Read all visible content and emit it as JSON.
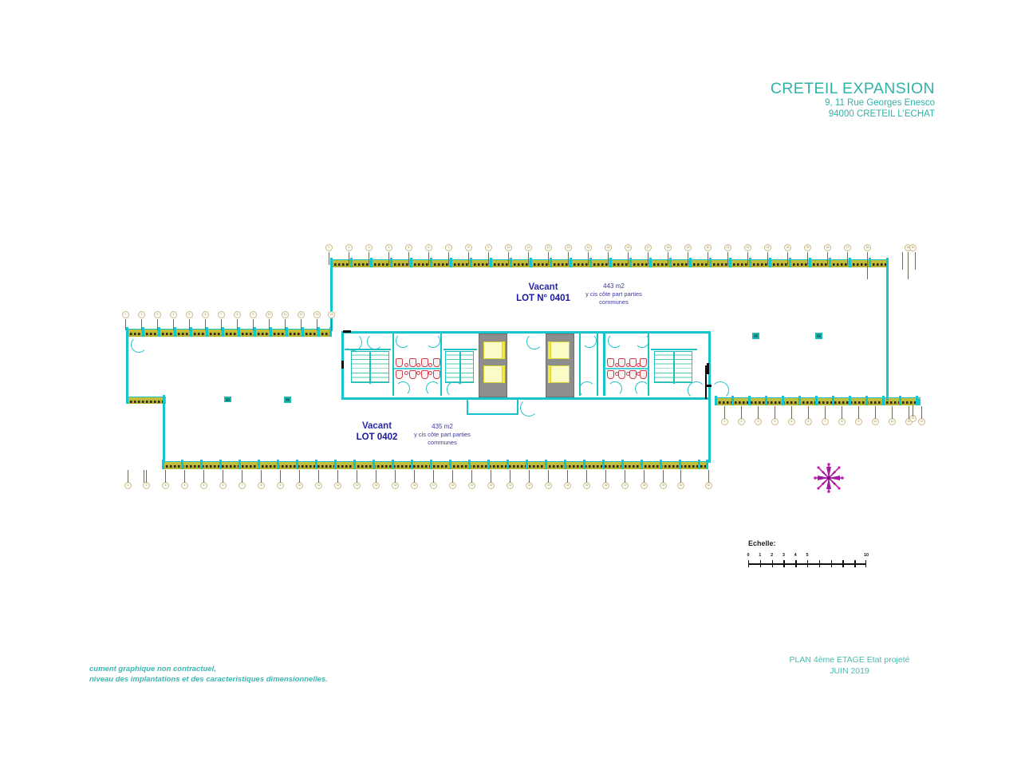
{
  "document": {
    "type": "architectural-floor-plan",
    "sheet_background": "#ffffff"
  },
  "title_block": {
    "company": "CRETEIL EXPANSION",
    "address_line1": "9, 11 Rue Georges Enesco",
    "address_line2": "94000 CRETEIL L'ECHAT",
    "color": "#2fb3a8"
  },
  "lots": [
    {
      "status": "Vacant",
      "id": "LOT N° 0401",
      "area": "443 m2",
      "note_line1": "y cis côte part parties",
      "note_line2": "communes",
      "label_color": "#2a2aa8"
    },
    {
      "status": "Vacant",
      "id": "LOT 0402",
      "area": "435 m2",
      "note_line1": "y cis côte part parties",
      "note_line2": "communes",
      "label_color": "#2a2aa8"
    }
  ],
  "scale": {
    "label": "Echelle:",
    "ticks": [
      "0",
      "1",
      "2",
      "3",
      "4",
      "5",
      "10"
    ],
    "tick_positions_pct": [
      0,
      10,
      20,
      30,
      40,
      50,
      100
    ],
    "segments": 10
  },
  "compass": {
    "icon": "compass-star-icon",
    "color": "#c21fb0"
  },
  "footer": {
    "disclaimer_line1": "cument graphique non contractuel,",
    "disclaimer_line2": "niveau des implantations et des caracteristiques dimensionnelles.",
    "disclaimer_color": "#3bb8b0",
    "plan_title": "PLAN 4ème ETAGE Etat projeté",
    "plan_date": "JUIN 2019",
    "plan_info_color": "#4ab9ae"
  },
  "plan_elements": {
    "wall_color": "#18c4cc",
    "facade_fill": "#c9c23a",
    "facade_hatch": "#2a2a20",
    "column_color": "#1fb9b4",
    "stair_hatch": "#4cc8a8",
    "lift_shaft_color": "#8d8d8d",
    "lift_cab_color": "#fbfbc8",
    "fixture_color": "#d63b4a",
    "grid_bubble_border": "#c9b98a",
    "leader_color": "#6b6b5a"
  },
  "grid_bubbles": {
    "top_row_count": 28,
    "left_row_count": 14,
    "bottom_left_row_count": 20,
    "bottom_right_row_count": 13,
    "label_sample": "1"
  },
  "cores": [
    {
      "name": "west-core",
      "components": [
        "stair",
        "toilets",
        "stair",
        "elevator-bank"
      ]
    },
    {
      "name": "east-core",
      "components": [
        "elevator-bank",
        "toilets",
        "stair"
      ]
    }
  ]
}
